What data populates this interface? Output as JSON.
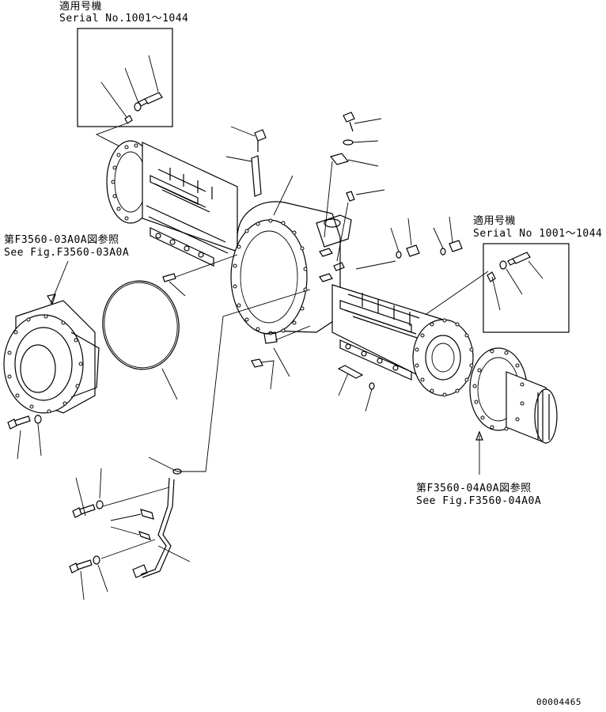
{
  "inset_top_left": {
    "applicable_models_jp": "適用号機",
    "serial_range": "Serial No.1001～1044"
  },
  "inset_right": {
    "applicable_models_jp": "適用号機",
    "serial_range": "Serial No 1001～1044"
  },
  "reference_left": {
    "jp": "第F3560-03A0A図参照",
    "en": "See Fig.F3560-03A0A"
  },
  "reference_right": {
    "jp": "第F3560-04A0A図参照",
    "en": "See Fig.F3560-04A0A"
  },
  "drawing_number": "00004465"
}
